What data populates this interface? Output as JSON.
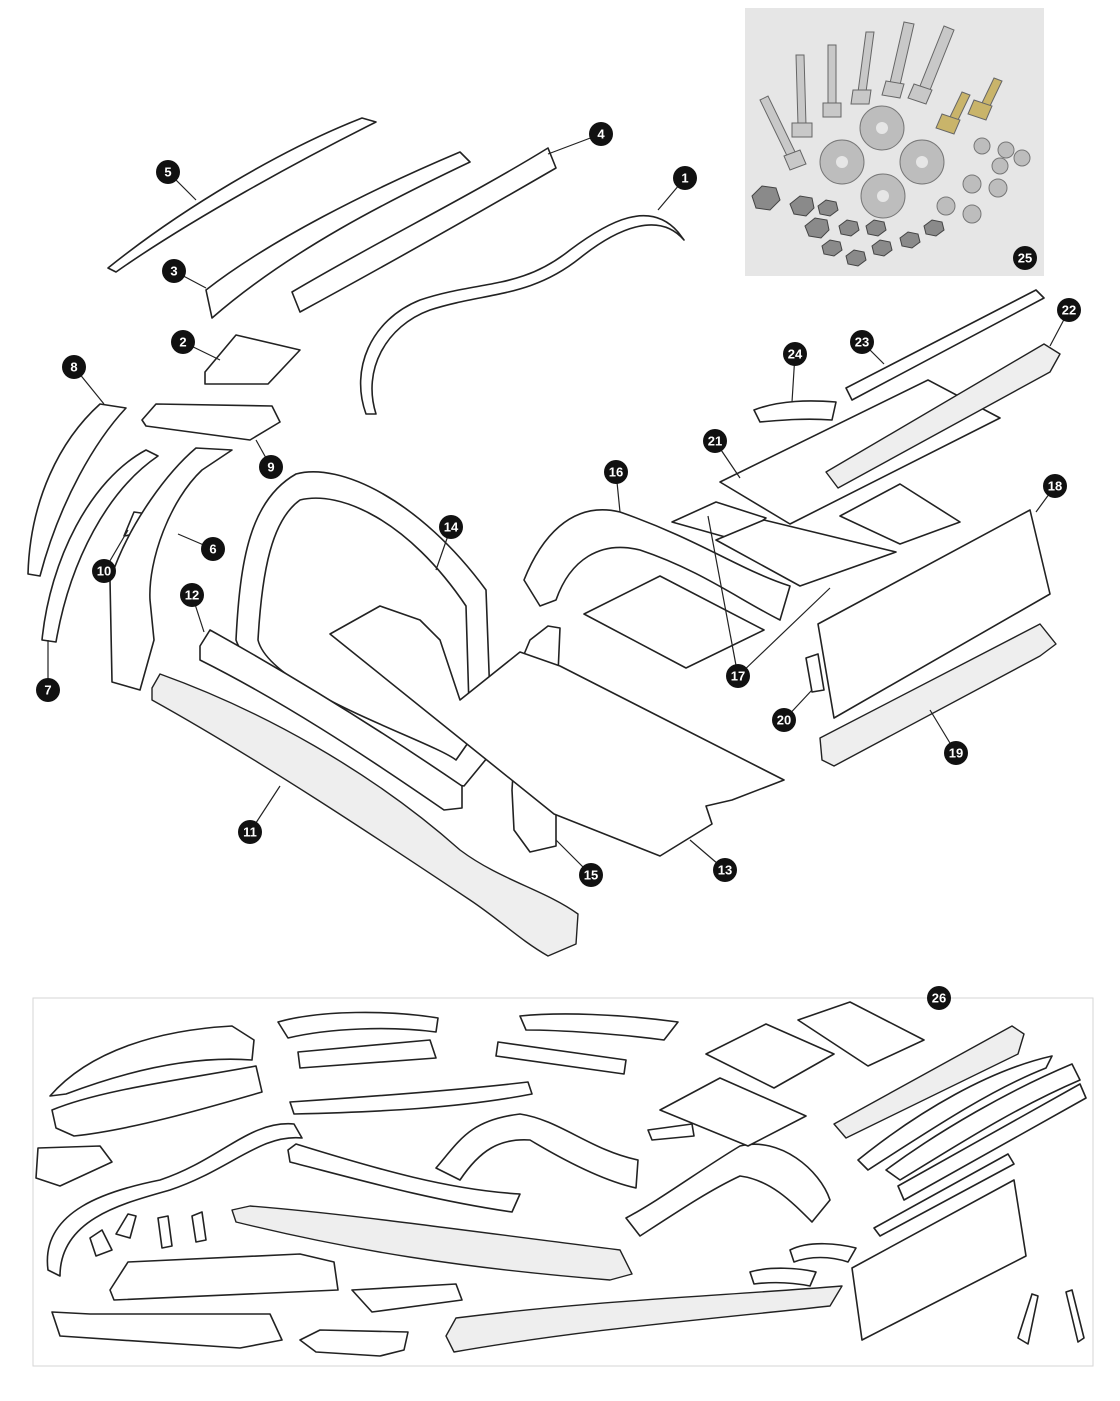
{
  "diagram": {
    "callouts": [
      "1",
      "2",
      "3",
      "4",
      "5",
      "6",
      "7",
      "8",
      "9",
      "10",
      "11",
      "12",
      "13",
      "14",
      "15",
      "16",
      "17",
      "18",
      "19",
      "20",
      "21",
      "22",
      "23",
      "24",
      "25",
      "26"
    ],
    "colors": {
      "line": "#222222",
      "callout_fill": "#111111",
      "callout_text": "#ffffff",
      "photo_background": "#e6e6e6",
      "kit_frame": "#d6d6d6"
    },
    "kit_photo_contents": "bolts, washers and lock nuts (item 25)",
    "kit_panel_contents": "complete set of wooden body frame parts (item 26)"
  }
}
